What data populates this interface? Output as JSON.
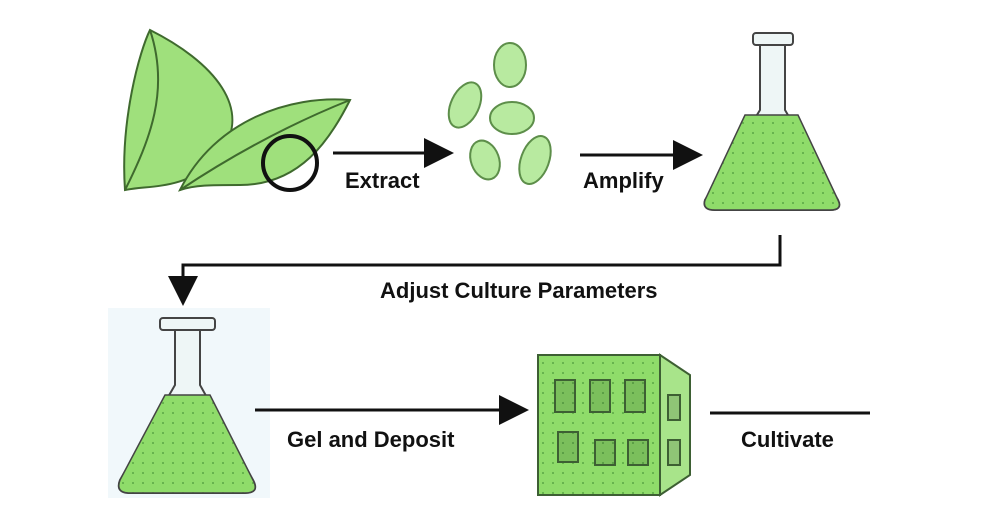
{
  "steps": {
    "extract": "Extract",
    "amplify": "Amplify",
    "adjust": "Adjust Culture Parameters",
    "gel": "Gel and Deposit",
    "cultivate": "Cultivate"
  },
  "colors": {
    "green": "#8fdc6a",
    "green_dark": "#4f9a3a",
    "line": "#111111"
  }
}
